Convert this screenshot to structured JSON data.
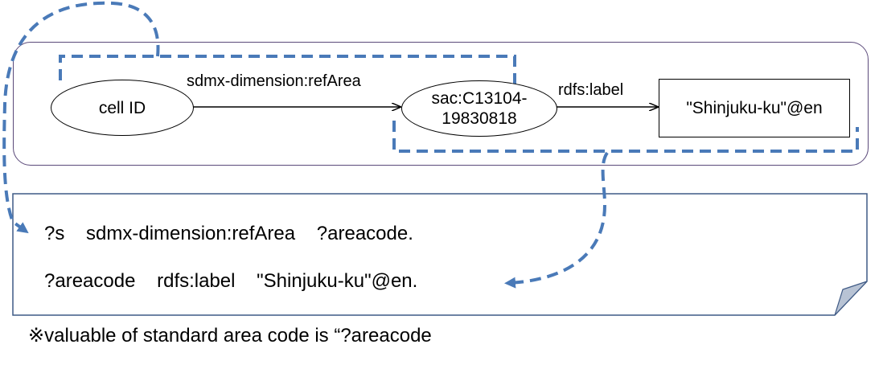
{
  "graph": {
    "nodes": {
      "cell_id": "cell ID",
      "areacode_node_line1": "sac:C13104-",
      "areacode_node_line2": "19830818",
      "label_literal": "\"Shinjuku-ku\"@en"
    },
    "edges": {
      "ref_area": "sdmx-dimension:refArea",
      "rdfs_label": "rdfs:label"
    }
  },
  "query": {
    "line1": "?s    sdmx-dimension:refArea    ?areacode.",
    "line2": "?areacode    rdfs:label    \"Shinjuku-ku\"@en."
  },
  "footnote": "※valuable of standard area code is “?areacode",
  "colors": {
    "dashed_highlight": "#4a7ab8",
    "top_box_border": "#5b4a7a",
    "query_box_border": "#3f5a85",
    "fold_fill": "#b8c3d4"
  }
}
